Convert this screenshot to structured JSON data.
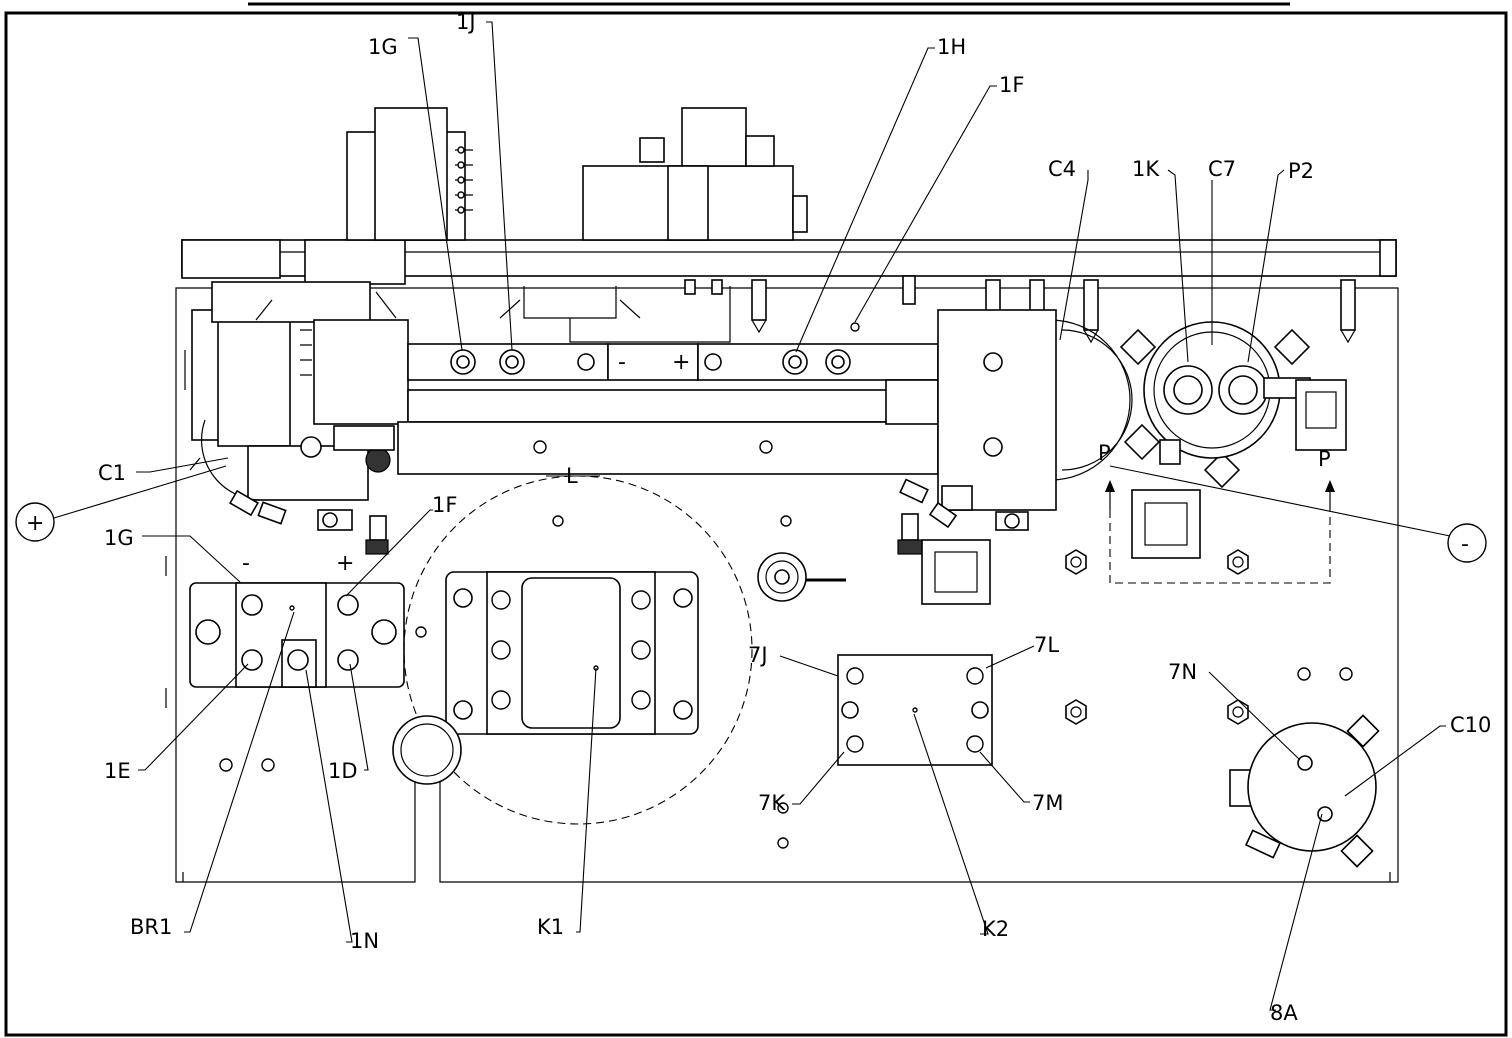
{
  "labels": {
    "l_1g_top": "1G",
    "l_1j": "1J",
    "l_1h": "1H",
    "l_1f_top": "1F",
    "l_c4": "C4",
    "l_1k": "1K",
    "l_c7": "C7",
    "l_p2": "P2",
    "l_c1": "C1",
    "l_plus": "+",
    "l_minus": "-",
    "l_1g_left": "1G",
    "l_1f_left": "1F",
    "l_l": "L",
    "l_p_left": "P",
    "l_p_right": "P",
    "l_7j": "7J",
    "l_7l": "7L",
    "l_7n": "7N",
    "l_c10": "C10",
    "l_1e": "1E",
    "l_1d": "1D",
    "l_7k": "7K",
    "l_7m": "7M",
    "l_br1": "BR1",
    "l_1n": "1N",
    "l_k1": "K1",
    "l_k2": "K2",
    "l_8a": "8A",
    "sym_minus_bus": "-",
    "sym_plus_bus": "+",
    "sym_minus_br": "-",
    "sym_plus_br": "+"
  },
  "colors": {
    "line": "#000000",
    "background": "#ffffff",
    "part_fill": "#f2f2f2"
  }
}
